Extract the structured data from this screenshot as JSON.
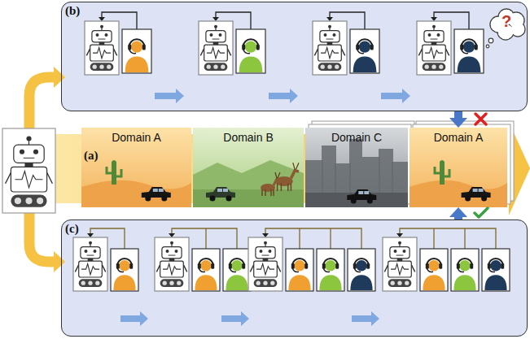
{
  "diagram": {
    "nodes": [
      {
        "text": [
          "(b)"
        ]
      },
      {
        "text": [
          "Domain A"
        ]
      },
      {
        "text": [
          "Domain B"
        ]
      },
      {
        "text": [
          "Domain C"
        ]
      },
      {
        "text": [
          "Domain A"
        ]
      },
      {
        "text": [
          "(c)"
        ]
      }
    ],
    "edges": [
      {
        "from": 0,
        "to": 4,
        "arrow": "to"
      },
      {
        "from": 5,
        "to": 4,
        "arrow": "to"
      }
    ],
    "labels": [
      "(a)",
      "?"
    ]
  }
}
